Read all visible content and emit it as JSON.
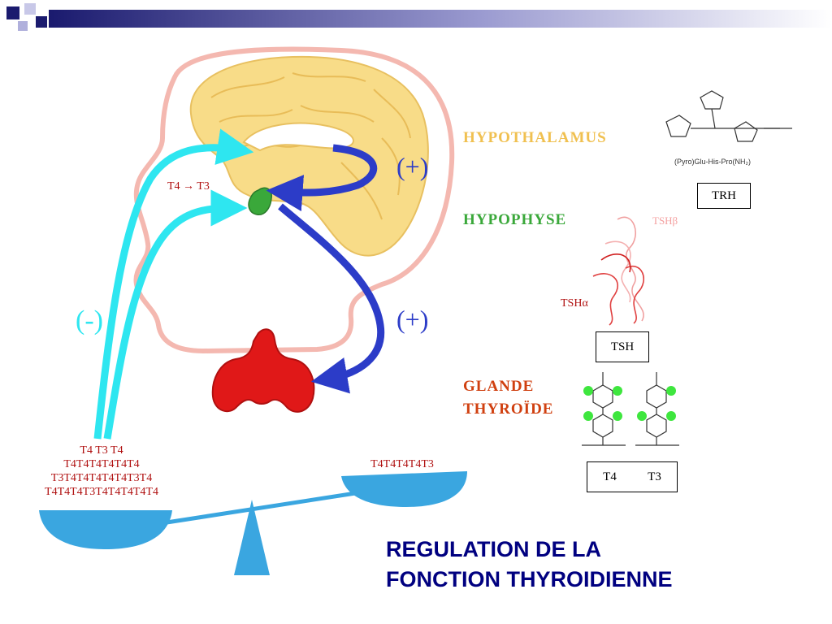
{
  "labels": {
    "hypothalamus": "HYPOTHALAMUS",
    "hypophyse": "HYPOPHYSE",
    "glande_line1": "GLANDE",
    "glande_line2": "THYROÏDE",
    "conversion": "T4 → T3",
    "feedback_negative": "(-)",
    "stim_upper": "(+)",
    "stim_lower": "(+)",
    "tsh_beta": "TSHβ",
    "tsh_alpha": "TSHα",
    "trh_formula": "(Pyro)Glu-His-Pro(NH₂)"
  },
  "boxes": {
    "trh": "TRH",
    "tsh": "TSH",
    "t4": "T4",
    "t3": "T3"
  },
  "balance": {
    "left_lines": [
      "T4 T3 T4",
      "T4T4T4T4T4T4",
      "T3T4T4T4T4T4T3T4",
      "T4T4T4T3T4T4T4T4T4"
    ],
    "right_line": "T4T4T4T4T3"
  },
  "title": {
    "line1": "REGULATION DE LA",
    "line2": "FONCTION THYROIDIENNE"
  },
  "colors": {
    "header_dark": "#1a1a6e",
    "brain": "#f8dc88",
    "head_outline": "#f4b8b0",
    "feedback_arrow": "#2ee6f0",
    "stim_arrow": "#2c3cc8",
    "thyroid": "#e01818",
    "pituitary": "#3aa83a",
    "balance": "#3aa6e0",
    "title": "#000080",
    "label_hypothalamus": "#f0c050",
    "label_hypophyse": "#3aa83a",
    "label_thyroide": "#d04010"
  }
}
